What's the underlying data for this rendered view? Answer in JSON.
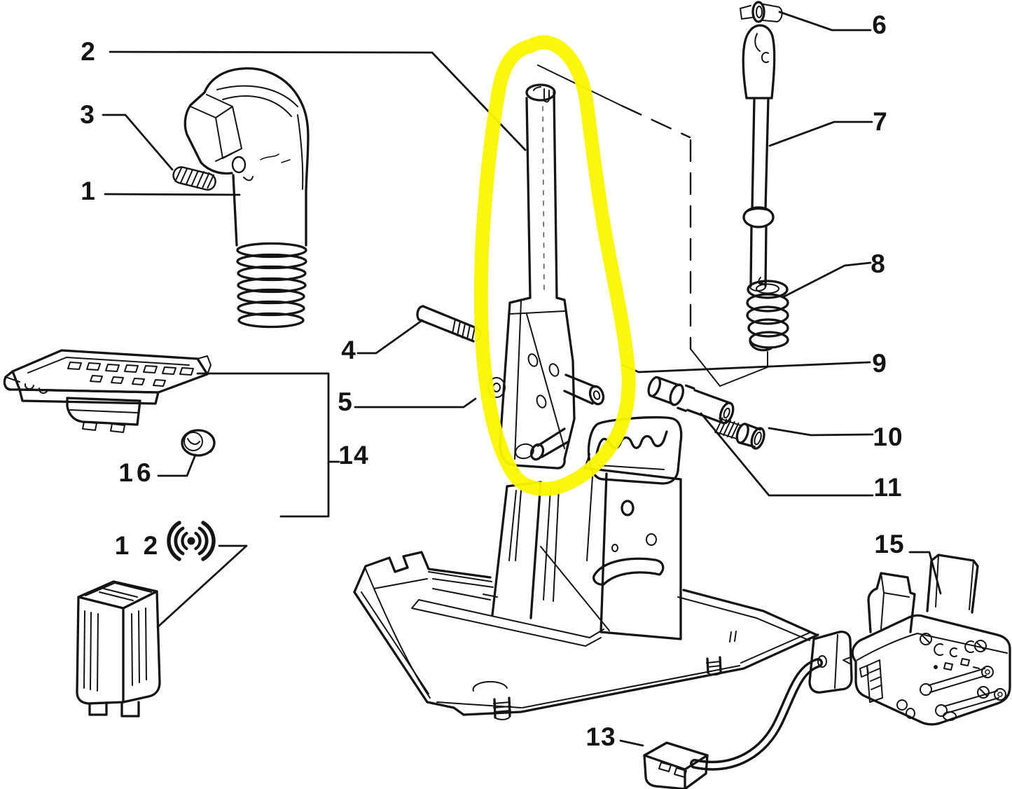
{
  "diagram": {
    "background_color": "#ffffff",
    "line_color": "#141414",
    "highlight": {
      "color": "#fbf500",
      "highlighted_callout": "2"
    },
    "callouts": {
      "c1": "1",
      "c2": "2",
      "c3": "3",
      "c4": "4",
      "c5": "5",
      "c6": "6",
      "c7": "7",
      "c8": "8",
      "c9": "9",
      "c10": "10",
      "c11": "11",
      "c12": "1 2",
      "c13": "13",
      "c14": "14",
      "c15": "15",
      "c16": "16"
    }
  }
}
